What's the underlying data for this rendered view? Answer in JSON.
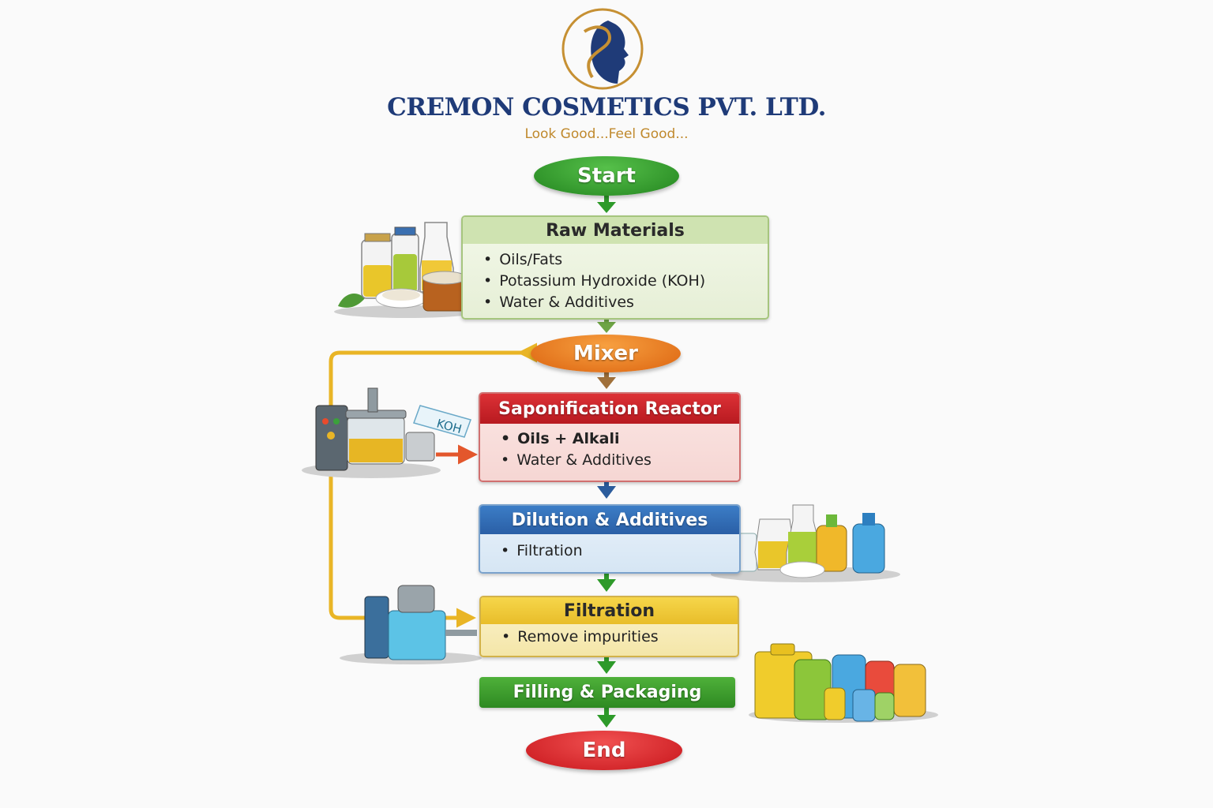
{
  "header": {
    "company": "CREMON COSMETICS PVT. LTD.",
    "tagline": "Look Good...Feel Good..."
  },
  "flow": {
    "start": "Start",
    "raw_materials": {
      "title": "Raw Materials",
      "items": [
        "Oils/Fats",
        "Potassium Hydroxide (KOH)",
        "Water & Additives"
      ]
    },
    "mixer": "Mixer",
    "reactor": {
      "title": "Saponification Reactor",
      "items": [
        "Oils + Alkali",
        "Water & Additives"
      ],
      "koh_label": "KOH"
    },
    "dilution": {
      "title": "Dilution & Additives",
      "items": [
        "Filtration"
      ]
    },
    "filtration": {
      "title": "Filtration",
      "items": [
        "Remove impurities"
      ]
    },
    "packaging": "Filling & Packaging",
    "end": "End"
  },
  "colors": {
    "start": "#2e9a2a",
    "raw_materials_header": "#cfe3b1",
    "mixer": "#ea7a1c",
    "reactor_header": "#cd2228",
    "dilution_header": "#2f6fba",
    "filtration_header": "#eec93a",
    "packaging": "#3c9a2c",
    "end": "#d61f24",
    "loop_arrow": "#e9b526",
    "brand_navy": "#1f3b78",
    "brand_gold": "#c0892d"
  }
}
